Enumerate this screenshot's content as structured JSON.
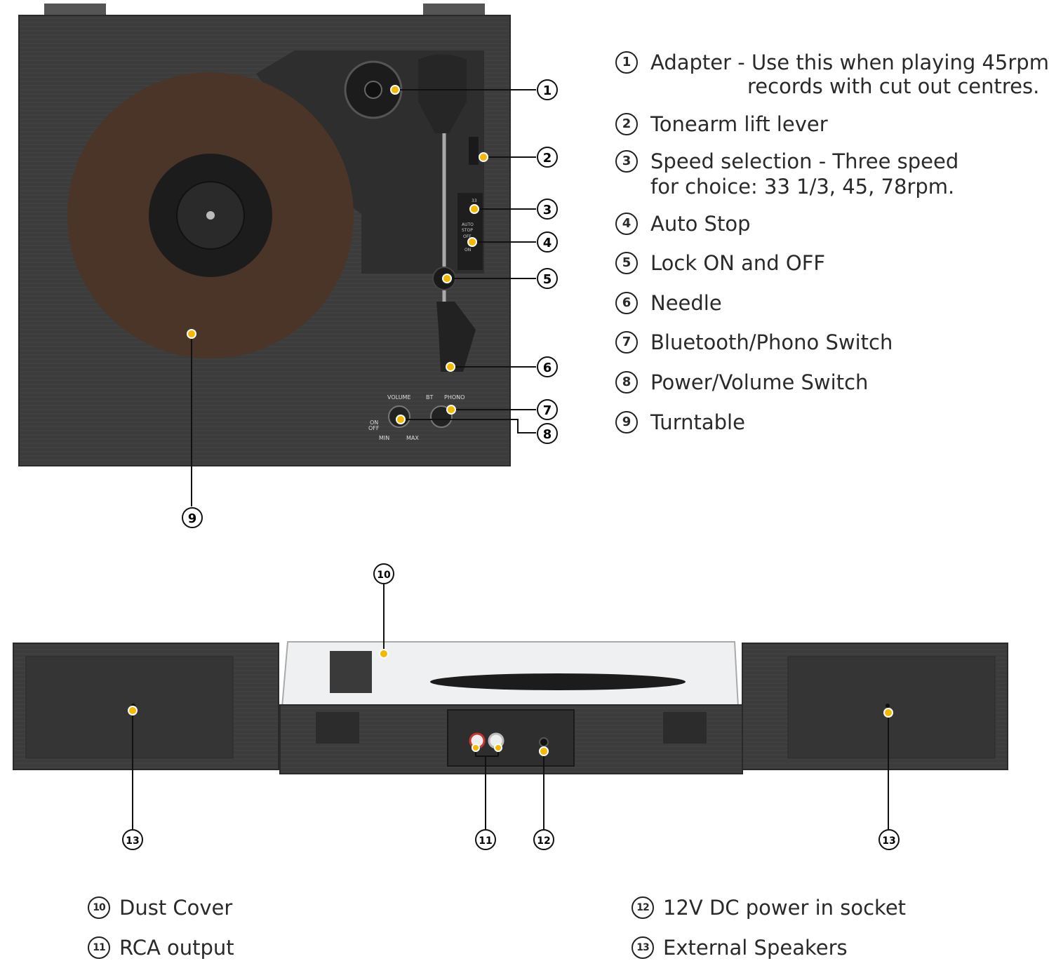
{
  "callouts": {
    "c1": "1",
    "c2": "2",
    "c3": "3",
    "c4": "4",
    "c5": "5",
    "c6": "6",
    "c7": "7",
    "c8": "8",
    "c9": "9",
    "c10": "10",
    "c11": "11",
    "c12": "12",
    "c13a": "13",
    "c13b": "13"
  },
  "legend": [
    {
      "num": "1",
      "line1": "Adapter - Use this when playing 45rpm",
      "line2": "records with cut out centres."
    },
    {
      "num": "2",
      "line1": "Tonearm lift lever"
    },
    {
      "num": "3",
      "line1": "Speed selection - Three speed",
      "line2": "for choice: 33 1/3, 45, 78rpm."
    },
    {
      "num": "4",
      "line1": "Auto Stop"
    },
    {
      "num": "5",
      "line1": "Lock ON and OFF"
    },
    {
      "num": "6",
      "line1": "Needle"
    },
    {
      "num": "7",
      "line1": "Bluetooth/Phono Switch"
    },
    {
      "num": "8",
      "line1": "Power/Volume Switch"
    },
    {
      "num": "9",
      "line1": "Turntable"
    },
    {
      "num": "10",
      "line1": "Dust Cover"
    },
    {
      "num": "11",
      "line1": "RCA output"
    },
    {
      "num": "12",
      "line1": "12V DC power in socket"
    },
    {
      "num": "13",
      "line1": "External Speakers"
    }
  ],
  "panel_labels": {
    "volume": "VOLUME",
    "bt": "BT",
    "phono": "PHONO",
    "on": "ON",
    "off": "OFF",
    "min": "MIN",
    "max": "MAX",
    "auto": "AUTO",
    "stop": "STOP",
    "off2": "OFF",
    "on2": "ON",
    "speed": "33"
  },
  "colors": {
    "marker": "#f5b800",
    "body": "#3a3a3a",
    "platter": "#4a3528",
    "accent": "#222222"
  }
}
